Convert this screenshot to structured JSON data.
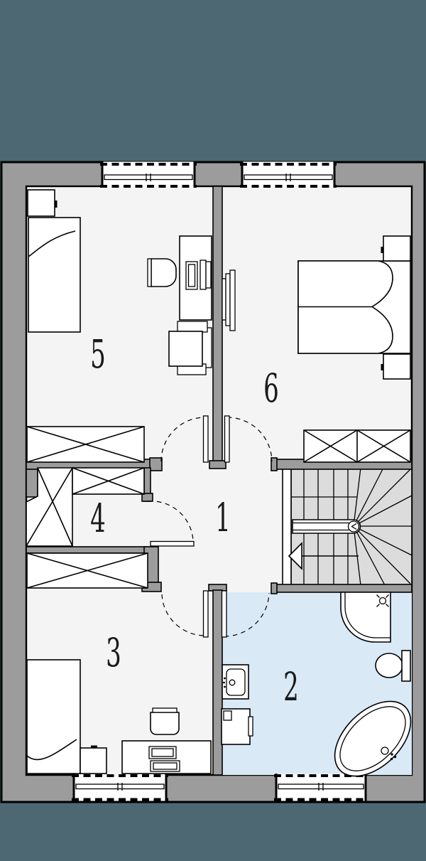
{
  "plan": {
    "kind": "architectural-floor-plan",
    "colors": {
      "background_color": "#4d6872",
      "wall_color": "#9c9c9c",
      "floor_color": "#f4f4f4",
      "stair_color": "#dcdcdc",
      "bathroom_floor_color": "#d9e9f6",
      "line_color": "#000000"
    },
    "rooms": [
      {
        "number": "1"
      },
      {
        "number": "2"
      },
      {
        "number": "3"
      },
      {
        "number": "4"
      },
      {
        "number": "5"
      },
      {
        "number": "6"
      }
    ]
  }
}
